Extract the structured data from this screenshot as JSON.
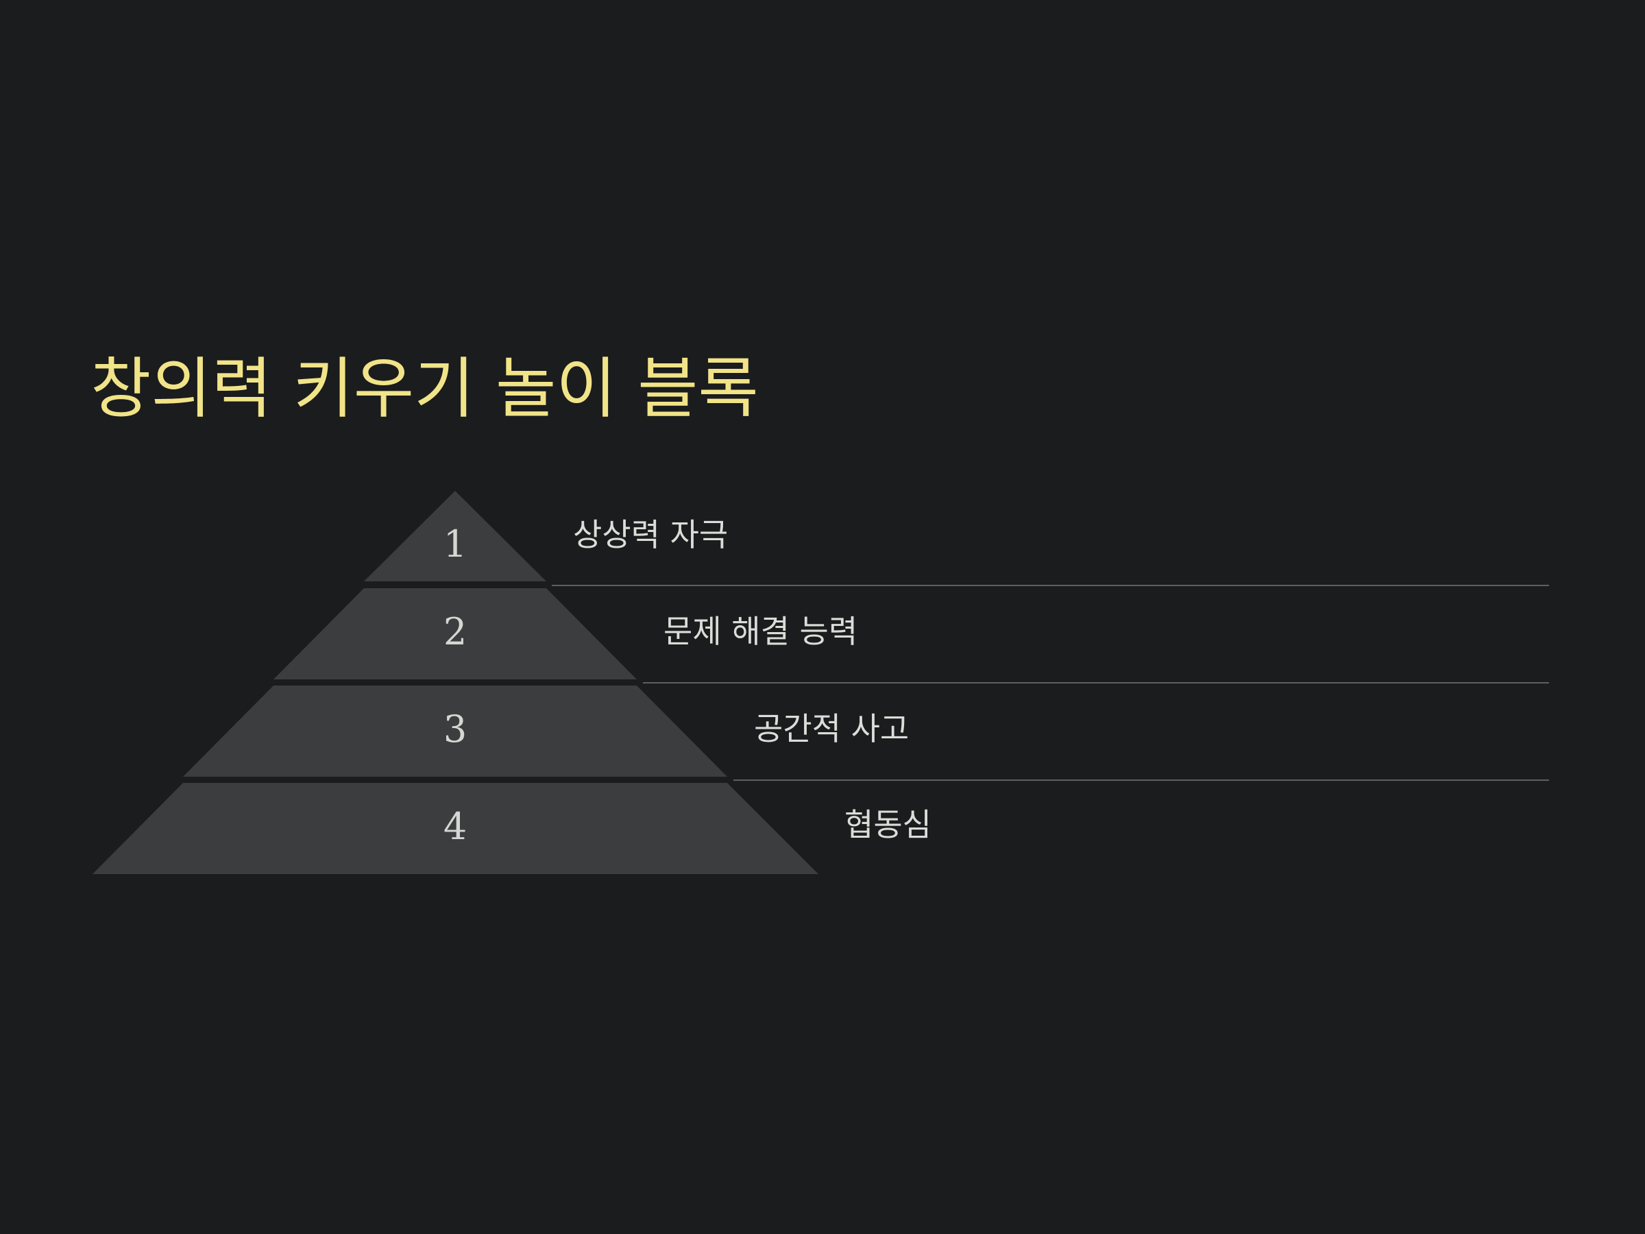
{
  "title": "창의력 키우기 놀이 블록",
  "colors": {
    "background": "#1b1c1e",
    "title": "#f1e488",
    "tier_fill": "#3c3d3f",
    "divider": "#5e5f61",
    "text": "#dcdcd8"
  },
  "tiers": [
    {
      "number": "1",
      "label": "상상력 자극"
    },
    {
      "number": "2",
      "label": "문제 해결 능력"
    },
    {
      "number": "3",
      "label": "공간적 사고"
    },
    {
      "number": "4",
      "label": "협동심"
    }
  ]
}
